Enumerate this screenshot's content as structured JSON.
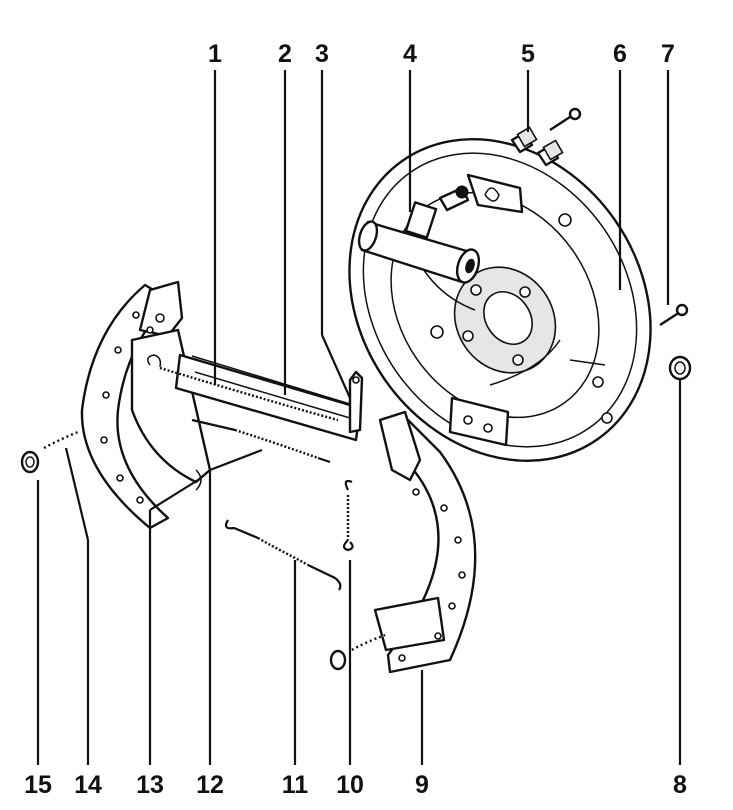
{
  "labels": {
    "l1": "1",
    "l2": "2",
    "l3": "3",
    "l4": "4",
    "l5": "5",
    "l6": "6",
    "l7": "7",
    "l8": "8",
    "l9": "9",
    "l10": "10",
    "l11": "11",
    "l12": "12",
    "l13": "13",
    "l14": "14",
    "l15": "15"
  },
  "colors": {
    "ink": "#111111",
    "paper": "#ffffff"
  }
}
